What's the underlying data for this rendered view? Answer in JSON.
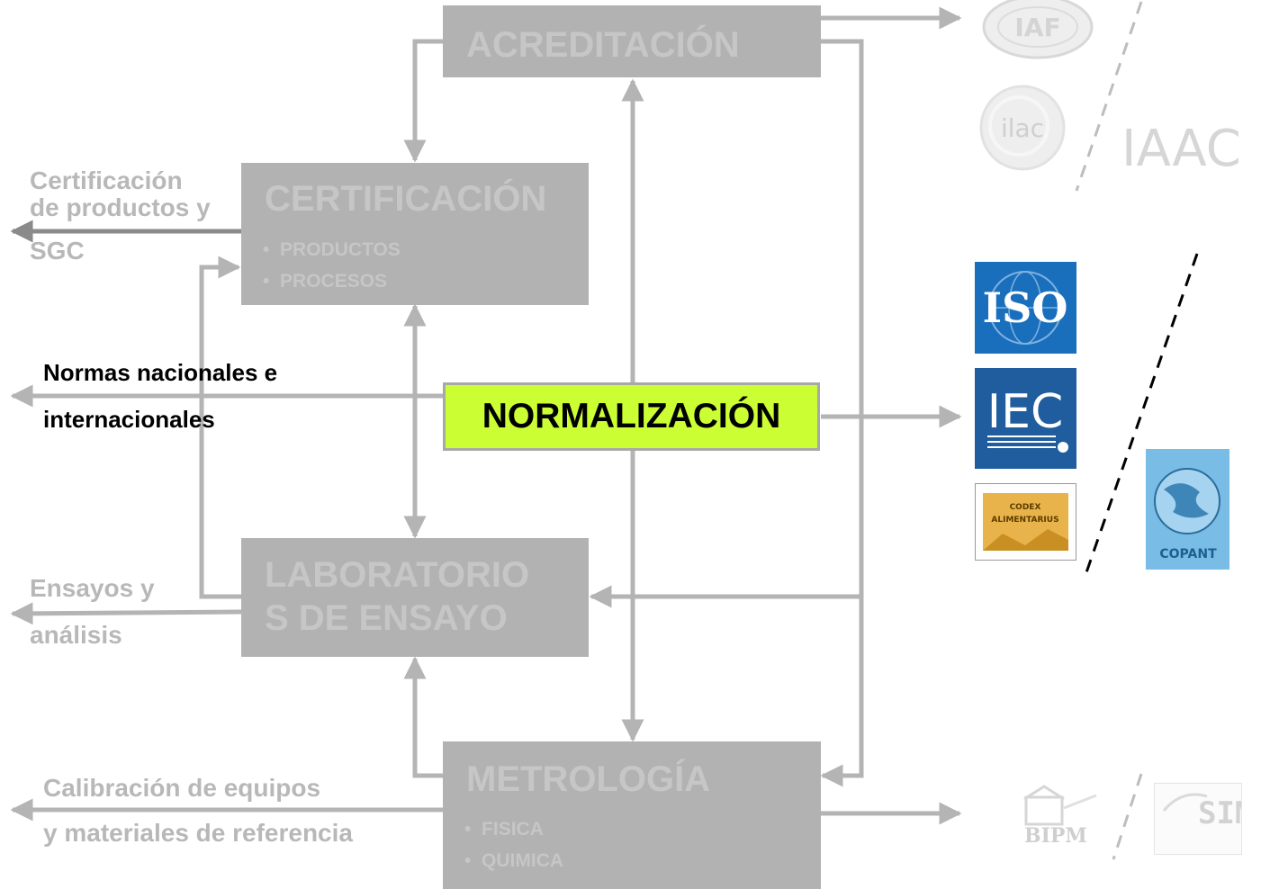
{
  "boxes": {
    "acreditacion": {
      "title": "ACREDITACIÓN"
    },
    "certificacion": {
      "title": "CERTIFICACIÓN",
      "bullets": [
        "PRODUCTOS",
        "PROCESOS"
      ]
    },
    "normalizacion": {
      "title": "NORMALIZACIÓN"
    },
    "laboratorios": {
      "title_line1": "LABORATORIO",
      "title_line2": "S DE ENSAYO"
    },
    "metrologia": {
      "title": "METROLOGÍA",
      "bullets": [
        "FISICA",
        "QUIMICA"
      ]
    }
  },
  "outputs": {
    "certificacion": {
      "line1": "Certificación",
      "line2": "de productos y",
      "line3": "SGC"
    },
    "normalizacion": {
      "line1": "Normas nacionales e",
      "line2": "internacionales"
    },
    "ensayos": {
      "line1": "Ensayos y",
      "line2": "análisis"
    },
    "calibracion": {
      "line1": "Calibración de equipos",
      "line2": "y materiales de referencia"
    }
  },
  "logos": {
    "iaf": "IAF",
    "ilac": "ilac",
    "iaac": "IAAC",
    "iso": "ISO",
    "iec": "IEC",
    "codex_line1": "CODEX",
    "codex_line2": "ALIMENTARIUS",
    "copant": "COPANT",
    "bipm": "BIPM",
    "sim": "SIM"
  },
  "colors": {
    "box_fill": "#b2b2b2",
    "box_text": "#c6c6c6",
    "highlight": "#ccff33",
    "connector": "#b4b4b4",
    "iso_blue": "#1a6fbd",
    "iec_blue": "#1f5d9e"
  }
}
